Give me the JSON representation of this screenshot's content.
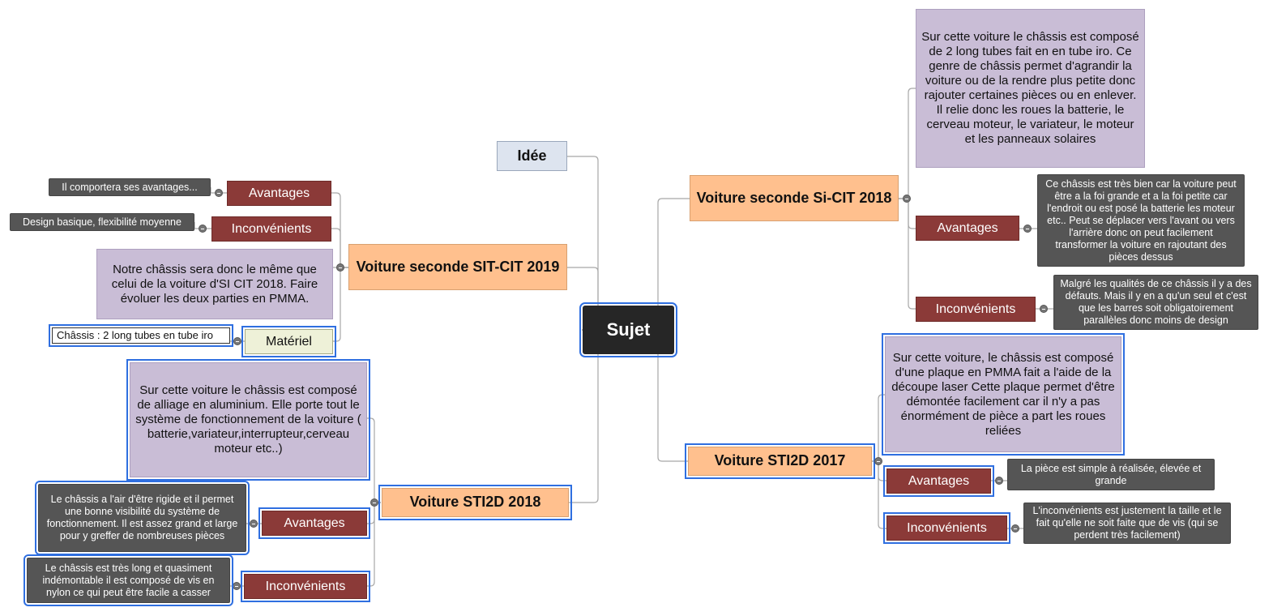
{
  "central": "Sujet",
  "idea": "Idée",
  "branch_2019": {
    "title": "Voiture seconde SIT-CIT 2019",
    "avantages": "Avantages",
    "avantages_note": "Il comportera ses avantages...",
    "inconvenients": "Inconvénients",
    "inconvenients_note": "Design basique, flexibilité moyenne",
    "description": "Notre châssis sera donc le même que celui de la voiture d'SI CIT 2018. Faire évoluer les deux parties en PMMA.",
    "materiel": "Matériel",
    "materiel_value": "Châssis : 2 long tubes en tube iro"
  },
  "branch_sti2d_2018": {
    "title": "Voiture STI2D 2018",
    "description": "Sur cette voiture le châssis est composé de alliage en aluminium. Elle porte tout le système de fonctionnement de la voiture ( batterie,variateur,interrupteur,cerveau moteur etc..)",
    "avantages": "Avantages",
    "avantages_note": "Le châssis a l'air d'être rigide et il permet une bonne visibilité du système de fonctionnement. Il est assez grand et large pour y greffer de nombreuses pièces",
    "inconvenients": "Inconvénients",
    "inconvenients_note": "Le châssis est très long et quasiment indémontable  il est composé de vis en nylon ce qui peut être facile a casser"
  },
  "branch_sicit_2018": {
    "title": "Voiture seconde Si-CIT 2018",
    "description": "Sur cette voiture le châssis est composé de 2 long tubes fait en en tube iro. Ce genre de châssis permet d'agrandir la voiture ou de la rendre plus petite donc rajouter certaines pièces ou en enlever. Il relie donc les roues la batterie, le cerveau moteur, le variateur, le moteur et les panneaux solaires",
    "avantages": "Avantages",
    "avantages_note": "Ce châssis est très bien car la voiture peut être a la foi grande et a la foi petite car l'endroit ou est posé la batterie les moteur etc.. Peut se déplacer vers l'avant ou vers l'arrière donc on peut facilement transformer la voiture en rajoutant des pièces dessus",
    "inconvenients": "Inconvénients",
    "inconvenients_note": "Malgré les qualités de ce châssis il y a des défauts. Mais il y en a qu'un seul et c'est que les barres soit obligatoirement parallèles donc moins de design"
  },
  "branch_sti2d_2017": {
    "title": "Voiture STI2D 2017",
    "description": "Sur cette voiture, le châssis est composé d'une plaque en PMMA fait a l'aide de la découpe laser Cette plaque permet  d'être démontée facilement car il n'y a pas énormément de pièce a part les roues reliées",
    "avantages": "Avantages",
    "avantages_note": "La pièce est simple à réalisée, élevée et grande",
    "inconvenients": "Inconvénients",
    "inconvenients_note": "L'inconvénients est justement la taille et le fait qu'elle ne soit faite que de vis (qui se perdent très facilement)"
  },
  "colors": {
    "central": "#262626",
    "main_topic": "#ffc08e",
    "pros_cons": "#8b3a38",
    "note_purple": "#c9bdd6",
    "note_dark": "#555555",
    "selection": "#2f6fe0",
    "connector": "#a8a8a8"
  }
}
